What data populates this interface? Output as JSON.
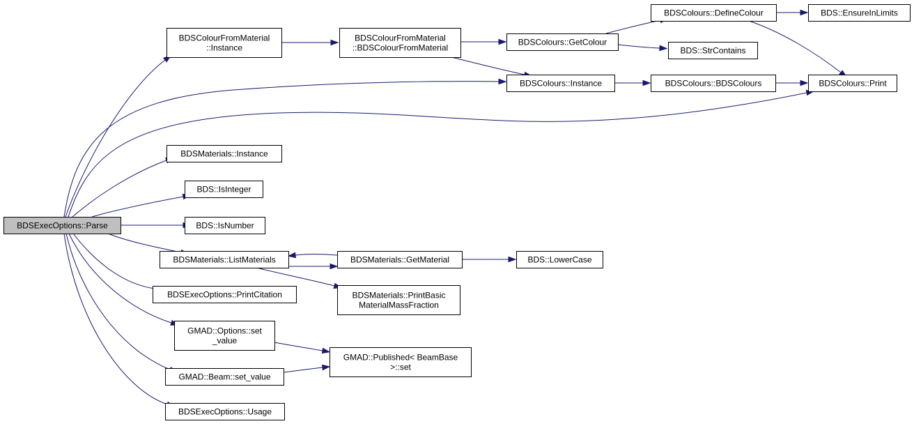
{
  "diagram": {
    "edge_color": "#191970",
    "root_fill": "#bfbfbf",
    "nodes": [
      {
        "id": "parse",
        "lines": [
          "BDSExecOptions::Parse"
        ],
        "root": true
      },
      {
        "id": "cfm_instance",
        "lines": [
          "BDSColourFromMaterial",
          "::Instance"
        ]
      },
      {
        "id": "cfm_ctor",
        "lines": [
          "BDSColourFromMaterial",
          "::BDSColourFromMaterial"
        ]
      },
      {
        "id": "col_getcolour",
        "lines": [
          "BDSColours::GetColour"
        ]
      },
      {
        "id": "col_define",
        "lines": [
          "BDSColours::DefineColour"
        ]
      },
      {
        "id": "ensure",
        "lines": [
          "BDS::EnsureInLimits"
        ]
      },
      {
        "id": "strcontains",
        "lines": [
          "BDS::StrContains"
        ]
      },
      {
        "id": "col_instance",
        "lines": [
          "BDSColours::Instance"
        ]
      },
      {
        "id": "col_ctor",
        "lines": [
          "BDSColours::BDSColours"
        ]
      },
      {
        "id": "col_print",
        "lines": [
          "BDSColours::Print"
        ]
      },
      {
        "id": "mat_instance",
        "lines": [
          "BDSMaterials::Instance"
        ]
      },
      {
        "id": "isinteger",
        "lines": [
          "BDS::IsInteger"
        ]
      },
      {
        "id": "isnumber",
        "lines": [
          "BDS::IsNumber"
        ]
      },
      {
        "id": "mat_list",
        "lines": [
          "BDSMaterials::ListMaterials"
        ]
      },
      {
        "id": "mat_get",
        "lines": [
          "BDSMaterials::GetMaterial"
        ]
      },
      {
        "id": "lowercase",
        "lines": [
          "BDS::LowerCase"
        ]
      },
      {
        "id": "mat_printbasic",
        "lines": [
          "BDSMaterials::PrintBasic",
          "MaterialMassFraction"
        ]
      },
      {
        "id": "printcitation",
        "lines": [
          "BDSExecOptions::PrintCitation"
        ]
      },
      {
        "id": "opt_setvalue",
        "lines": [
          "GMAD::Options::set",
          "_value"
        ]
      },
      {
        "id": "published_set",
        "lines": [
          "GMAD::Published< BeamBase",
          ">::set"
        ]
      },
      {
        "id": "beam_setvalue",
        "lines": [
          "GMAD::Beam::set_value"
        ]
      },
      {
        "id": "usage",
        "lines": [
          "BDSExecOptions::Usage"
        ]
      }
    ],
    "edges": [
      [
        "parse",
        "cfm_instance"
      ],
      [
        "parse",
        "col_instance"
      ],
      [
        "parse",
        "col_print"
      ],
      [
        "parse",
        "mat_instance"
      ],
      [
        "parse",
        "isinteger"
      ],
      [
        "parse",
        "isnumber"
      ],
      [
        "parse",
        "mat_list"
      ],
      [
        "parse",
        "printcitation"
      ],
      [
        "parse",
        "opt_setvalue"
      ],
      [
        "parse",
        "beam_setvalue"
      ],
      [
        "parse",
        "usage"
      ],
      [
        "cfm_instance",
        "cfm_ctor"
      ],
      [
        "cfm_ctor",
        "col_getcolour"
      ],
      [
        "cfm_ctor",
        "col_instance"
      ],
      [
        "col_getcolour",
        "col_define"
      ],
      [
        "col_getcolour",
        "strcontains"
      ],
      [
        "col_define",
        "ensure"
      ],
      [
        "col_define",
        "col_print"
      ],
      [
        "col_instance",
        "col_ctor"
      ],
      [
        "col_ctor",
        "col_print"
      ],
      [
        "mat_list",
        "mat_get"
      ],
      [
        "mat_get",
        "mat_list"
      ],
      [
        "mat_list",
        "mat_printbasic"
      ],
      [
        "mat_get",
        "lowercase"
      ],
      [
        "opt_setvalue",
        "published_set"
      ],
      [
        "beam_setvalue",
        "published_set"
      ]
    ]
  }
}
